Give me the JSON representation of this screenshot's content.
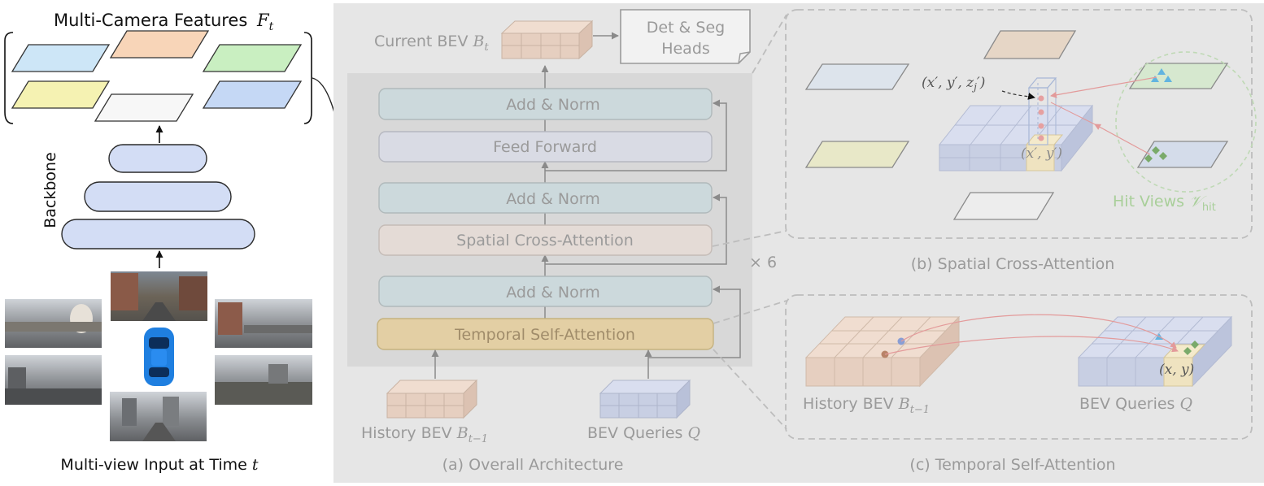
{
  "left": {
    "features_title": "Multi-Camera Features",
    "features_symbol": "F",
    "features_sub": "t",
    "backbone_label": "Backbone",
    "input_caption": "Multi-view Input at Time",
    "input_symbol": "t"
  },
  "overall": {
    "current_bev_label": "Current BEV",
    "current_bev_symbol": "B",
    "current_bev_sub": "t",
    "heads_line1": "Det & Seg",
    "heads_line2": "Heads",
    "blocks": [
      "Add & Norm",
      "Feed Forward",
      "Add & Norm",
      "Spatial Cross-Attention",
      "Add & Norm",
      "Temporal Self-Attention"
    ],
    "repeat_label": "× 6",
    "history_label": "History BEV",
    "history_symbol": "B",
    "history_sub": "t−1",
    "queries_label": "BEV Queries",
    "queries_symbol": "Q",
    "caption": "(a) Overall Architecture"
  },
  "spatial": {
    "point3d_label": "(x′, y′, z",
    "point3d_sub": "j",
    "point3d_end": "′)",
    "point2d_label": "(x′, y′)",
    "hit_views_label": "Hit Views",
    "hit_views_symbol": "𝒱",
    "hit_views_sub": "hit",
    "caption": "(b) Spatial Cross-Attention"
  },
  "temporal": {
    "history_label": "History BEV",
    "history_symbol": "B",
    "history_sub": "t−1",
    "queries_label": "BEV Queries",
    "queries_symbol": "Q",
    "point_label": "(x, y)",
    "caption": "(c) Temporal Self-Attention"
  },
  "colors": {
    "panel_bg": "#e6e6e6",
    "block_bg": "#d8d8d8",
    "norm_block": "#ccd9dc",
    "ffn_block": "#d9dbe4",
    "sca_block": "#e4dbd6",
    "tsa_block": "#e3cfa4",
    "bev_orange": "#e6cfc0",
    "bev_blue": "#c8cfe3",
    "backbone_fill": "#d3ddf5",
    "arrow_red": "#e39a9a"
  },
  "icons": {
    "car": "car-icon-top-view",
    "camera_photos": "camera-view-thumbnail"
  }
}
